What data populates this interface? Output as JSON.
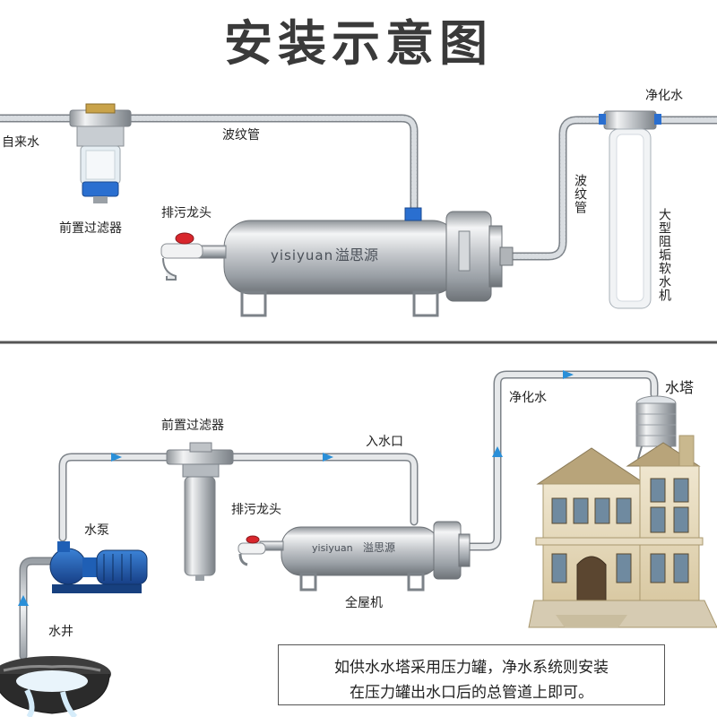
{
  "title": "安装示意图",
  "top": {
    "tap_water": "自来水",
    "corrugated_pipe": "波纹管",
    "pre_filter": "前置过滤器",
    "drain_valve": "排污龙头",
    "corrugated_pipe_vertical": "波纹管",
    "purified_water": "净化水",
    "softener": "大型阻垢软水机",
    "brand_latin": "yisiyuan",
    "brand_cn": "溢思源"
  },
  "bottom": {
    "purified_water": "净化水",
    "water_tower": "水塔",
    "pre_filter": "前置过滤器",
    "inlet": "入水口",
    "drain_valve": "排污龙头",
    "pump": "水泵",
    "well": "水井",
    "whole_house": "全屋机",
    "brand_latin": "yisiyuan",
    "brand_cn": "溢思源"
  },
  "note": {
    "line1": "如供水水塔采用压力罐，净水系统则安装",
    "line2": "在压力罐出水口后的总管道上即可。"
  },
  "colors": {
    "divider": "#555555",
    "steel": "#c9ccd0",
    "pipe": "#d0d4d8",
    "flow_arrow": "#2a8fd8",
    "pump": "#1f5fb5"
  }
}
